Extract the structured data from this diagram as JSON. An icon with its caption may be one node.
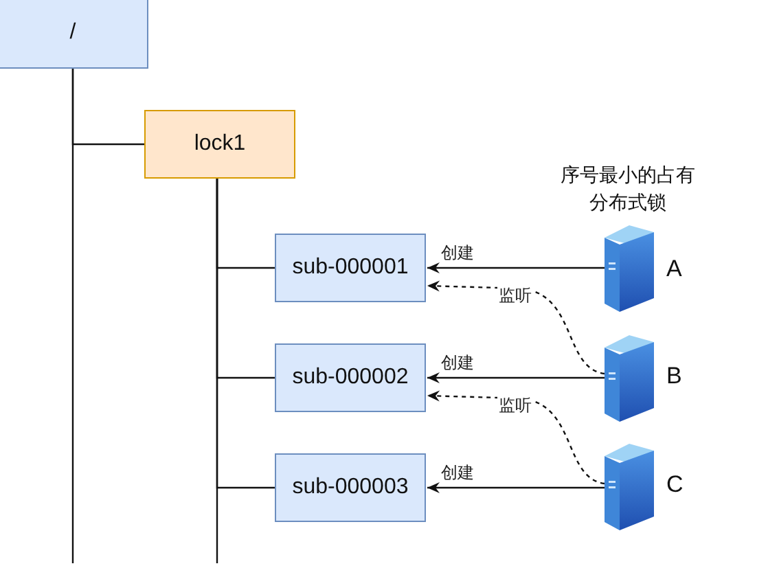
{
  "diagram": {
    "nodes": [
      {
        "text": [
          "/"
        ]
      },
      {
        "text": [
          "lock1"
        ]
      },
      {
        "text": [
          "sub-000001"
        ]
      },
      {
        "text": [
          "sub-000002"
        ]
      },
      {
        "text": [
          "sub-000003"
        ]
      },
      {
        "text": [],
        "shape": "server",
        "beside": [
          "序号最小的占有分布式锁",
          "A"
        ]
      },
      {
        "text": [],
        "shape": "server",
        "beside": [
          "B"
        ]
      },
      {
        "text": [],
        "shape": "server",
        "beside": [
          "C"
        ]
      }
    ],
    "edges": [
      {
        "from": 0,
        "to": 1,
        "arrow": "none"
      },
      {
        "from": 0,
        "to": null,
        "arrow": "none"
      },
      {
        "from": 1,
        "to": 2,
        "arrow": "none"
      },
      {
        "from": 1,
        "to": 3,
        "arrow": "none"
      },
      {
        "from": 1,
        "to": 4,
        "arrow": "none"
      },
      {
        "from": 1,
        "to": null,
        "arrow": "none"
      },
      {
        "from": 5,
        "to": 2,
        "arrow": "to",
        "label": "创建"
      },
      {
        "from": 6,
        "to": 3,
        "arrow": "to",
        "label": "创建"
      },
      {
        "from": 7,
        "to": 4,
        "arrow": "to",
        "label": "创建"
      },
      {
        "from": 6,
        "to": 2,
        "arrow": "to",
        "label": "监听",
        "style": "dashed"
      },
      {
        "from": 7,
        "to": 3,
        "arrow": "to",
        "label": "监听",
        "style": "dashed"
      }
    ]
  }
}
